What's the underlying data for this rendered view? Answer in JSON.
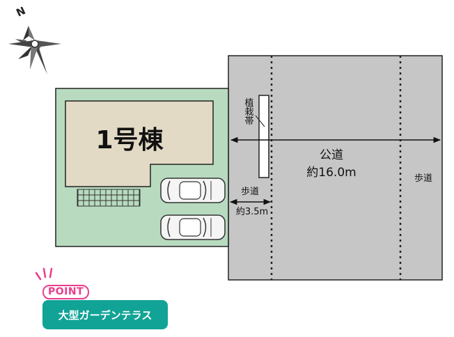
{
  "compass": {
    "north_label": "N",
    "icon": "compass-rose-icon"
  },
  "building": {
    "label": "1号棟"
  },
  "planting_strip": {
    "label": "植栽帯"
  },
  "sidewalk": {
    "label_left": "歩道",
    "label_right": "歩道",
    "width_label": "約3.5m"
  },
  "public_road": {
    "label": "公道",
    "width_label": "約16.0m"
  },
  "point": {
    "badge": "POINT",
    "caption": "大型ガーデンテラス"
  },
  "colors": {
    "lot": "#b8dbbf",
    "building": "#e2dac5",
    "road": "#c6c6c6",
    "point_pink": "#e93d8c",
    "point_teal": "#11a396",
    "outline": "#222222"
  }
}
